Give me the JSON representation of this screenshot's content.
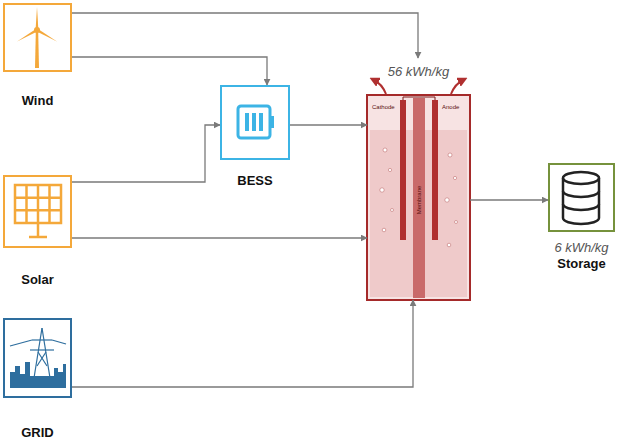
{
  "diagram": {
    "nodes": [
      {
        "text": [
          "Wind"
        ]
      },
      {
        "text": [
          "Solar"
        ]
      },
      {
        "text": [
          "GRID"
        ]
      },
      {
        "text": [
          "BESS"
        ]
      },
      {
        "text": [
          "56 kWh/kg"
        ]
      },
      {
        "text": [
          "6 kWh/kg",
          "Storage"
        ]
      }
    ],
    "edges": [
      {
        "from": 0,
        "to": 4,
        "arrow": "to"
      },
      {
        "from": 0,
        "to": 3,
        "arrow": "to"
      },
      {
        "from": 1,
        "to": 3,
        "arrow": "to"
      },
      {
        "from": 1,
        "to": 4,
        "arrow": "to"
      },
      {
        "from": 3,
        "to": 4,
        "arrow": "to"
      },
      {
        "from": 2,
        "to": 4,
        "arrow": "to"
      },
      {
        "from": 4,
        "to": 5,
        "arrow": "to"
      }
    ],
    "labels": [
      "Cathode",
      "Anode",
      "Membrane"
    ]
  }
}
